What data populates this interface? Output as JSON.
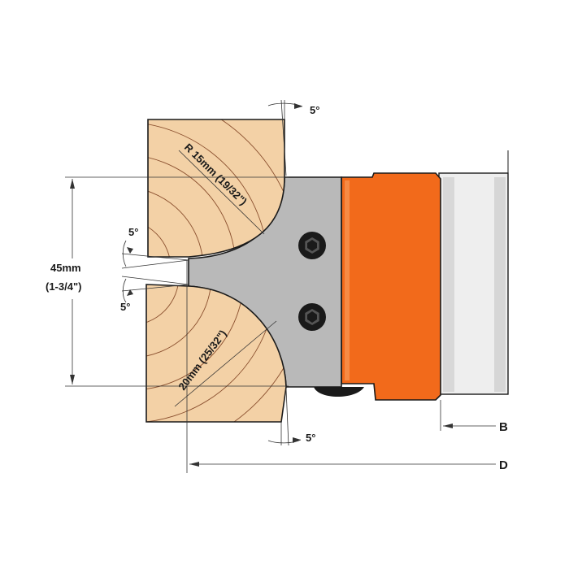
{
  "labels": {
    "angle_top": "5°",
    "angle_mid_upper": "5°",
    "angle_mid_lower": "5°",
    "angle_bottom": "5°",
    "height_mm": "45mm",
    "height_in": "(1-3/4\")",
    "radius_top": "R 15mm (19/32\")",
    "radius_bottom": "20mm (25/32\")",
    "dim_b": "B",
    "dim_d": "D"
  },
  "colors": {
    "wood": "#f3d1a6",
    "wood_grain": "#8a4f2e",
    "cutter": "#b9b9b9",
    "body": "#f26a1b",
    "shank": "#e9e9e9",
    "bolt": "#1a1a1a"
  }
}
